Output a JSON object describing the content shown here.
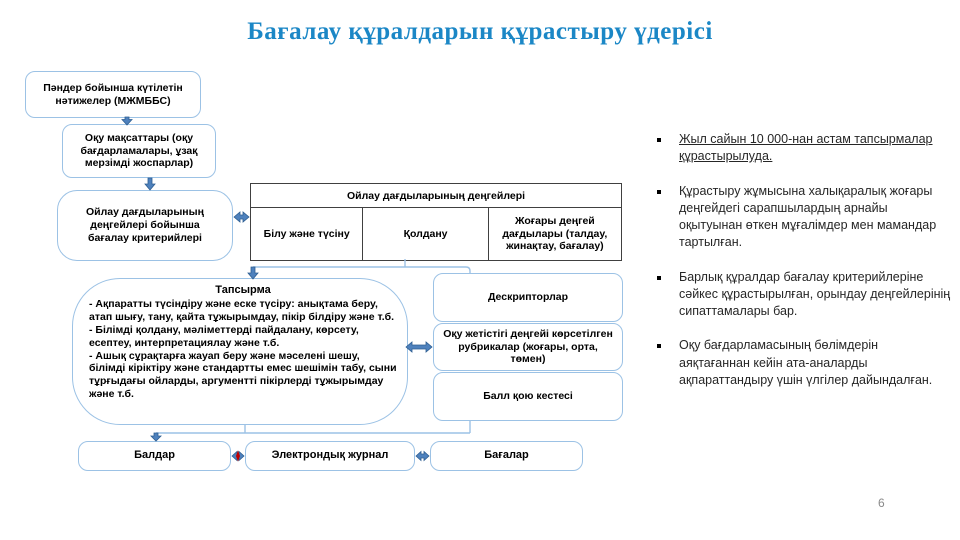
{
  "slide": {
    "title": "Бағалау құралдарын құрастыру үдерісі",
    "page_number": "6"
  },
  "flow": {
    "box_expected_results": "Пәндер бойынша күтілетін нәтижелер (МЖМББС)",
    "box_learning_goals": "Оқу мақсаттары (оқу бағдарламалары, ұзақ мерзімді жоспарлар)",
    "box_criteria": "Ойлау дағдыларының деңгейлері бойынша бағалау критерийлері",
    "table": {
      "header": "Ойлау дағдыларының деңгейлері",
      "cells": [
        "Білу және түсіну",
        "Қолдану",
        "Жоғары деңгей дағдылары (талдау, жинақтау, бағалау)"
      ]
    },
    "task": {
      "title": "Тапсырма",
      "items": [
        "- Ақпаратты түсіндіру және еске түсіру: анықтама беру, атап шығу, тану, қайта тұжырымдау, пікір білдіру және т.б.",
        "- Білімді қолдану, мәліметтерді пайдалану, көрсету, есептеу, интерпретациялау және т.б.",
        "- Ашық сұрақтарға жауап беру және мәселені шешу, білімді кіріктіру және стандартты емес шешімін табу, сыни тұрғыдағы ойларды, аргументті пікірлерді тұжырымдау және т.б."
      ]
    },
    "right_boxes": [
      "Дескрипторлар",
      "Оқу жетістігі деңгейі көрсетілген рубрикалар (жоғары, орта, төмен)",
      "Балл қою кестесі"
    ],
    "bottom_boxes": [
      "Балдар",
      "Электрондық журнал",
      "Бағалар"
    ]
  },
  "bullets": [
    "Жыл сайын 10 000-нан астам тапсырмалар құрастырылуда.",
    "Құрастыру жұмысына халықаралық жоғары деңгейдегі сарапшылардың арнайы оқытуынан өткен мұғалімдер мен мамандар тартылған.",
    "Барлық құралдар бағалау критерийлеріне сәйкес құрастырылған, орындау деңгейлерінің сипаттамалары бар.",
    "Оқу бағдарламасының бөлімдерін аяқтағаннан кейін ата-аналарды ақпараттандыру үшін үлгілер дайындалған."
  ],
  "colors": {
    "title_blue": "#1b87c6",
    "shape_border_blue": "#9cc2e5",
    "arrow_blue": "#4e81bd",
    "arrow_outline": "#2e5e91",
    "table_border": "#404040",
    "accent_red": "#c00000",
    "text_black": "#000000",
    "bullet_text": "#262626",
    "page_number_gray": "#8a8a8a"
  }
}
